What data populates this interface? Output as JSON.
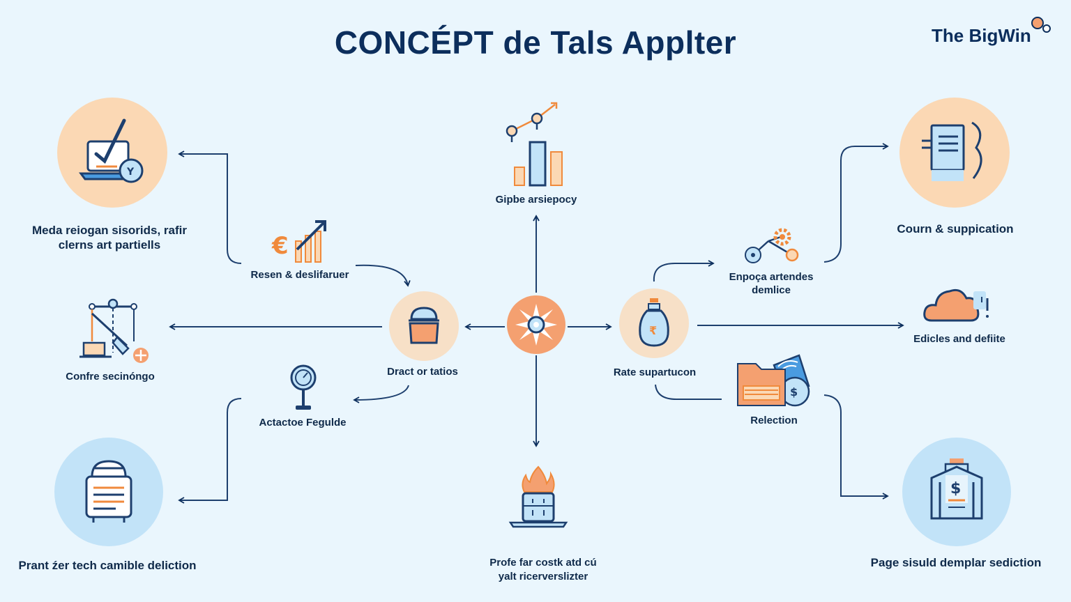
{
  "header": {
    "title": "CONCÉPT de Tals Applter",
    "brand": "The BigWin"
  },
  "nodes": {
    "top_left": {
      "lines": [
        "Meda reiogan sisorids, rafir",
        "clerns art partiells"
      ],
      "icon": "laptop-check-icon"
    },
    "right_top": {
      "lines": [
        "Courn & suppication"
      ],
      "icon": "document-icon"
    },
    "top_center": {
      "lines": [
        "Gipbe arsiepocy"
      ],
      "icon": "growth-chart-icon"
    },
    "mid_left_a": {
      "lines": [
        "Resen & deslifaruer"
      ],
      "icon": "euro-growth-icon"
    },
    "mid_right_a": {
      "lines": [
        "Enpoça artendes",
        "demlice"
      ],
      "icon": "network-gear-icon"
    },
    "left_mid": {
      "lines": [
        "Confre secinóngo"
      ],
      "icon": "balance-icon"
    },
    "hub_left": {
      "lines": [
        "Dract or tatios"
      ],
      "icon": "basket-icon"
    },
    "hub_right": {
      "lines": [
        "Rate supartucon"
      ],
      "icon": "money-bag-icon"
    },
    "right_mid": {
      "lines": [
        "Edicles and defiite"
      ],
      "icon": "cloud-icon"
    },
    "lower_left_a": {
      "lines": [
        "Actactoe Fegulde"
      ],
      "icon": "gauge-icon"
    },
    "lower_right_a": {
      "lines": [
        "Relection"
      ],
      "icon": "wallet-icon"
    },
    "bottom_left": {
      "lines": [
        "Prant źer tech camible deliction"
      ],
      "icon": "printer-doc-icon"
    },
    "bottom_center": {
      "lines": [
        "Profe far costk atd cú",
        "yalt ricerverslizter"
      ],
      "icon": "burner-icon"
    },
    "bottom_right": {
      "lines": [
        "Page sisuld demplar sediction"
      ],
      "icon": "bank-dollar-icon"
    }
  },
  "center": {
    "icon": "sun-gear-icon"
  },
  "colors": {
    "navy": "#0c2e5c",
    "orange": "#f08a3c",
    "peach": "#fbd8b4",
    "blue": "#c2e3f8",
    "accent_blue": "#4a9be0",
    "background": "#eaf6fd"
  }
}
